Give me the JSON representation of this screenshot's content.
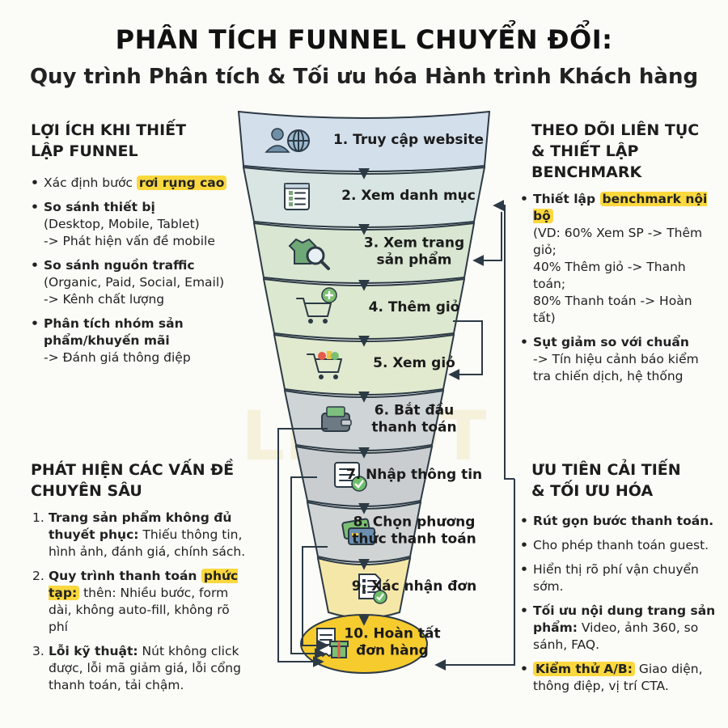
{
  "title": "PHÂN TÍCH FUNNEL CHUYỂN ĐỔI:",
  "subtitle": "Quy trình Phân tích & Tối ưu hóa Hành trình Khách hàng",
  "watermark": "LEADT",
  "stages": [
    {
      "lines": [
        "1. Truy cập website"
      ],
      "icon": "user-globe-icon",
      "color": "#d3dfea"
    },
    {
      "lines": [
        "2. Xem danh mục"
      ],
      "icon": "category-list-icon",
      "color": "#d9e5e2"
    },
    {
      "lines": [
        "3. Xem trang",
        "sản phẩm"
      ],
      "icon": "product-search-icon",
      "color": "#d8e6d2"
    },
    {
      "lines": [
        "4. Thêm giỏ"
      ],
      "icon": "cart-add-icon",
      "color": "#dce8cf"
    },
    {
      "lines": [
        "5. Xem giỏ"
      ],
      "icon": "cart-view-icon",
      "color": "#e1e9cf"
    },
    {
      "lines": [
        "6. Bắt đầu",
        "thanh toán"
      ],
      "icon": "wallet-icon",
      "color": "#cfd5d6"
    },
    {
      "lines": [
        "7. Nhập thông tin"
      ],
      "icon": "form-check-icon",
      "color": "#c9cdcf"
    },
    {
      "lines": [
        "8. Chọn phương",
        "thức thanh toán"
      ],
      "icon": "payment-cards-icon",
      "color": "#d0d4d4"
    },
    {
      "lines": [
        "9. Xác nhận đơn"
      ],
      "icon": "order-confirm-icon",
      "color": "#f5e7a8"
    },
    {
      "lines": [
        "10. Hoàn tất",
        "đơn hàng"
      ],
      "icon": "receipt-gift-icon",
      "color": "#f6cb2e"
    }
  ],
  "benefits": {
    "heading": [
      "LỢI ÍCH KHI THIẾT",
      "LẬP FUNNEL"
    ],
    "items": [
      {
        "pre": "Xác định bước ",
        "hl": "rơi rụng cao"
      },
      {
        "bold": "So sánh thiết bị",
        "lines": [
          "(Desktop, Mobile, Tablet)",
          "-> Phát hiện vấn đề mobile"
        ]
      },
      {
        "bold": "So sánh nguồn traffic",
        "lines": [
          "(Organic, Paid, Social, Email)",
          "-> Kênh chất lượng"
        ]
      },
      {
        "bold": "Phân tích nhóm sản phẩm/khuyến mãi",
        "lines": [
          "-> Đánh giá thông điệp"
        ]
      }
    ]
  },
  "issues": {
    "heading": [
      "PHÁT HIỆN CÁC VẤN ĐỀ",
      "CHUYÊN SÂU"
    ],
    "items": [
      {
        "num": "1.",
        "bold": "Trang sản phẩm không đủ thuyết phục:",
        "text": " Thiếu thông tin, hình ảnh, đánh giá, chính sách."
      },
      {
        "num": "2.",
        "bold": "Quy trình thanh toán ",
        "hl": "phức tạp:",
        "text": " thên: Nhiều bước, form dài, không auto-fill, không rõ phí"
      },
      {
        "num": "3.",
        "bold": "Lỗi kỹ thuật:",
        "text": " Nút không click được, lỗi mã giảm giá, lỗi cổng thanh toán, tải chậm."
      }
    ]
  },
  "monitor": {
    "heading": [
      "THEO DÕI LIÊN TỤC",
      "&  THIẾT LẬP",
      "BENCHMARK"
    ],
    "items": [
      {
        "bold": "Thiết lập ",
        "hl": "benchmark nội bộ",
        "lines": [
          "(VD: 60% Xem SP -> Thêm giỏ;",
          "40% Thêm giỏ -> Thanh toán;",
          "80% Thanh toán -> Hoàn tất)"
        ]
      },
      {
        "bold": "Sụt giảm so với chuẩn",
        "lines": [
          "-> Tín hiệu cảnh báo kiểm",
          "tra chiến dịch, hệ thống"
        ]
      }
    ]
  },
  "priority": {
    "heading": [
      "ƯU TIÊN CẢI TIẾN",
      "& TỐI ƯU HÓA"
    ],
    "items": [
      {
        "bold": "Rút gọn bước thanh toán."
      },
      {
        "text": "Cho phép thanh toán guest."
      },
      {
        "text": "Hiển thị rõ phí vận chuyển sớm."
      },
      {
        "bold": "Tối ưu nội dung trang sản phẩm:",
        "text": " Video, ảnh 360, so sánh, FAQ."
      },
      {
        "hl": "Kiểm thử A/B:",
        "text": " Giao diện, thông điệp, vị trí CTA."
      }
    ]
  },
  "colors": {
    "accent": "#f6cb2e",
    "highlight": "#fbd83e",
    "outline": "#2c3a45"
  }
}
